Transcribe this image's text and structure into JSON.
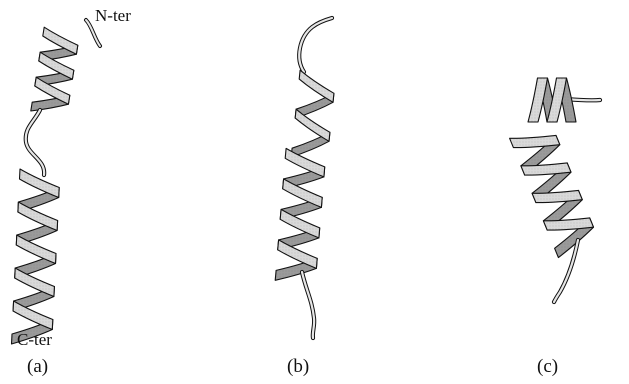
{
  "figure": {
    "panels": [
      {
        "id": "a",
        "caption": "(a)"
      },
      {
        "id": "b",
        "caption": "(b)"
      },
      {
        "id": "c",
        "caption": "(c)"
      }
    ],
    "terminus_labels": {
      "n_terminus": "N-ter",
      "c_terminus": "C-ter"
    }
  },
  "colors": {
    "ribbon_light": "#d9d9d9",
    "ribbon_dark": "#9a9a9a",
    "outline": "#111111",
    "background": "#ffffff"
  }
}
